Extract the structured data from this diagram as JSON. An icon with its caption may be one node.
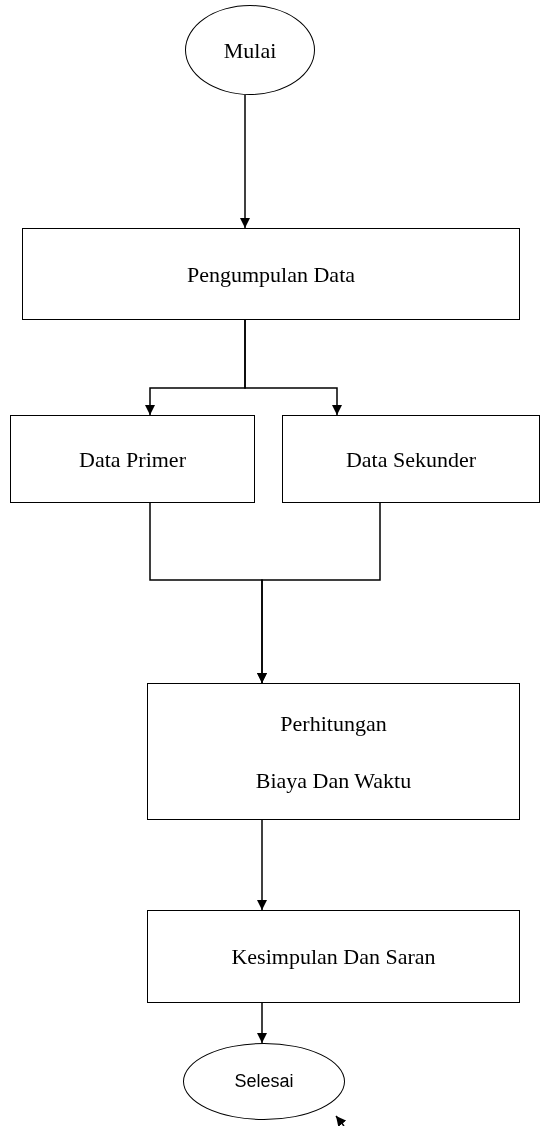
{
  "diagram": {
    "nodes": [
      {
        "text": [
          "Mulai"
        ]
      },
      {
        "text": [
          "Pengumpulan Data"
        ]
      },
      {
        "text": [
          "Data Primer"
        ]
      },
      {
        "text": [
          "Data Sekunder"
        ]
      },
      {
        "text": [
          "Perhitungan",
          "Biaya Dan Waktu"
        ]
      },
      {
        "text": [
          "Kesimpulan Dan Saran"
        ]
      },
      {
        "text": [
          "Selesai"
        ]
      }
    ],
    "edges": [
      {
        "from": 0,
        "to": 1,
        "arrow": "to"
      },
      {
        "from": 1,
        "to": 2,
        "arrow": "to"
      },
      {
        "from": 1,
        "to": 3,
        "arrow": "to"
      },
      {
        "from": 2,
        "to": 4,
        "arrow": "to"
      },
      {
        "from": 3,
        "to": 4,
        "arrow": "to"
      },
      {
        "from": 4,
        "to": 5,
        "arrow": "to"
      },
      {
        "from": 5,
        "to": 6,
        "arrow": "to"
      },
      {
        "from": null,
        "to": 6,
        "arrow": "to"
      }
    ]
  }
}
